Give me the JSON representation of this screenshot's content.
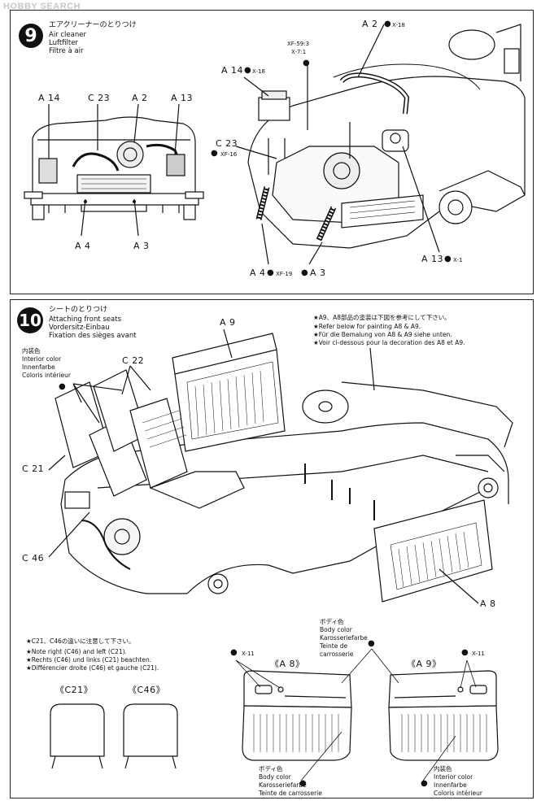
{
  "watermark": "HOBBY SEARCH",
  "step9": {
    "number": "9",
    "title_jp": "エアクリーナーのとりつけ",
    "title_en": "Air cleaner",
    "title_de": "Luftfilter",
    "title_fr": "Filtre à air",
    "rear_labels": {
      "a14": "A 14",
      "c23": "C 23",
      "a2": "A 2",
      "a13": "A 13",
      "a4": "A 4",
      "a3": "A 3"
    },
    "callouts": {
      "a2": "A 2",
      "x18_top": "X-18",
      "xf59": "XF-59:3",
      "x7": "X-7:1",
      "a14": "A 14",
      "x18": "X-18",
      "c23": "C 23",
      "xf16": "XF-16",
      "a4": "A 4",
      "xf19": "XF-19",
      "a3": "A 3",
      "a13": "A 13",
      "x1": "X-1"
    }
  },
  "step10": {
    "number": "10",
    "title_jp": "シートのとりつけ",
    "title_en": "Attaching front seats",
    "title_de": "Vordersitz-Einbau",
    "title_fr": "Fixation des sièges avant",
    "interior_jp": "内装色",
    "interior_en": "Interior color",
    "interior_de": "Innenfarbe",
    "interior_fr": "Coloris intérieur",
    "paint_notes": [
      "★A9、A8部品の塗装は下図を参考にして下さい。",
      "★Refer below for painting A8 & A9.",
      "★Für die Bemalung von A8 & A9 siehe unten.",
      "★Voir ci-dessous pour la decoration des A8 et A9."
    ],
    "labels": {
      "a9": "A 9",
      "c22": "C 22",
      "c21": "C 21",
      "c46": "C 46",
      "a8": "A 8"
    },
    "seat_notes": [
      "★C21、C46の違いに注意して下さい。",
      "★Note right (C46) and left (C21).",
      "★Rechts (C46) und links (C21) beachten.",
      "★Différencier droite  (C46)  et gauche (C21)."
    ],
    "seat_c21": "《C21》",
    "seat_c46": "《C46》",
    "door_a8": "《A 8》",
    "door_a9": "《A 9》",
    "x11_left": "X-11",
    "x11_right": "X-11",
    "body_top": [
      "ボディ色",
      "Body color",
      "Karosseriefarbe",
      "Teinte de",
      "carrosserie"
    ],
    "body_bottom": [
      "ボディ色",
      "Body color",
      "Karosseriefarbe",
      "Teinte de carrosserie"
    ],
    "interior_bottom": [
      "内装色",
      "Interior color",
      "Innenfarbe",
      "Coloris intérieur"
    ]
  }
}
